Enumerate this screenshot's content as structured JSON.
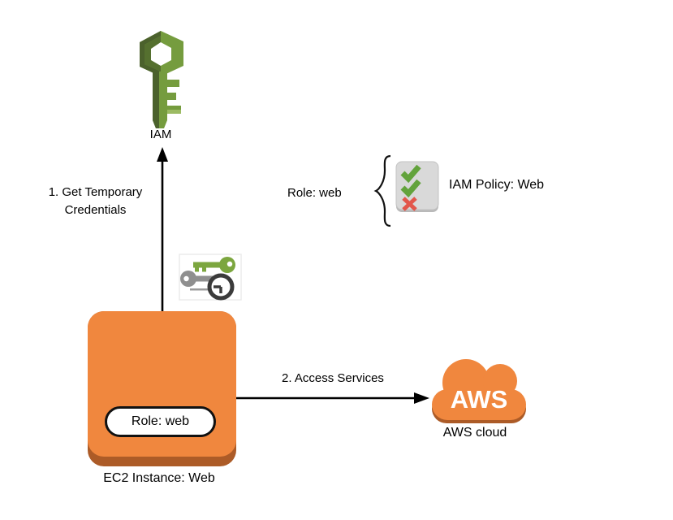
{
  "diagram": {
    "iam": {
      "icon": "iam-key-icon",
      "label": "IAM"
    },
    "get_credentials_arrow": {
      "label_line1": "1. Get Temporary",
      "label_line2": "Credentials"
    },
    "role_policy_annotation": {
      "role_label": "Role: web",
      "brace_glyph": "{",
      "policy_icon": "policy-checklist-icon",
      "policy_label": "IAM Policy: Web"
    },
    "temporary_credentials_icon": "keys-clock-icon",
    "ec2_instance": {
      "role_badge": "Role: web",
      "label": "EC2 Instance: Web"
    },
    "access_services_arrow": {
      "label": "2. Access Services"
    },
    "aws_cloud": {
      "icon": "aws-cloud-icon",
      "logo_text": "AWS",
      "label": "AWS cloud"
    },
    "colors": {
      "aws_orange": "#F0873E",
      "aws_orange_shadow": "#AC5B27",
      "iam_green_light": "#759C3E",
      "iam_green_dark": "#4B612C",
      "check_green": "#63A33C",
      "cross_red": "#E2574C",
      "policy_gray": "#D9D9D9",
      "key_gray": "#8F8F8F",
      "clock_dark": "#3B3B3B",
      "arrow_black": "#000000"
    }
  }
}
